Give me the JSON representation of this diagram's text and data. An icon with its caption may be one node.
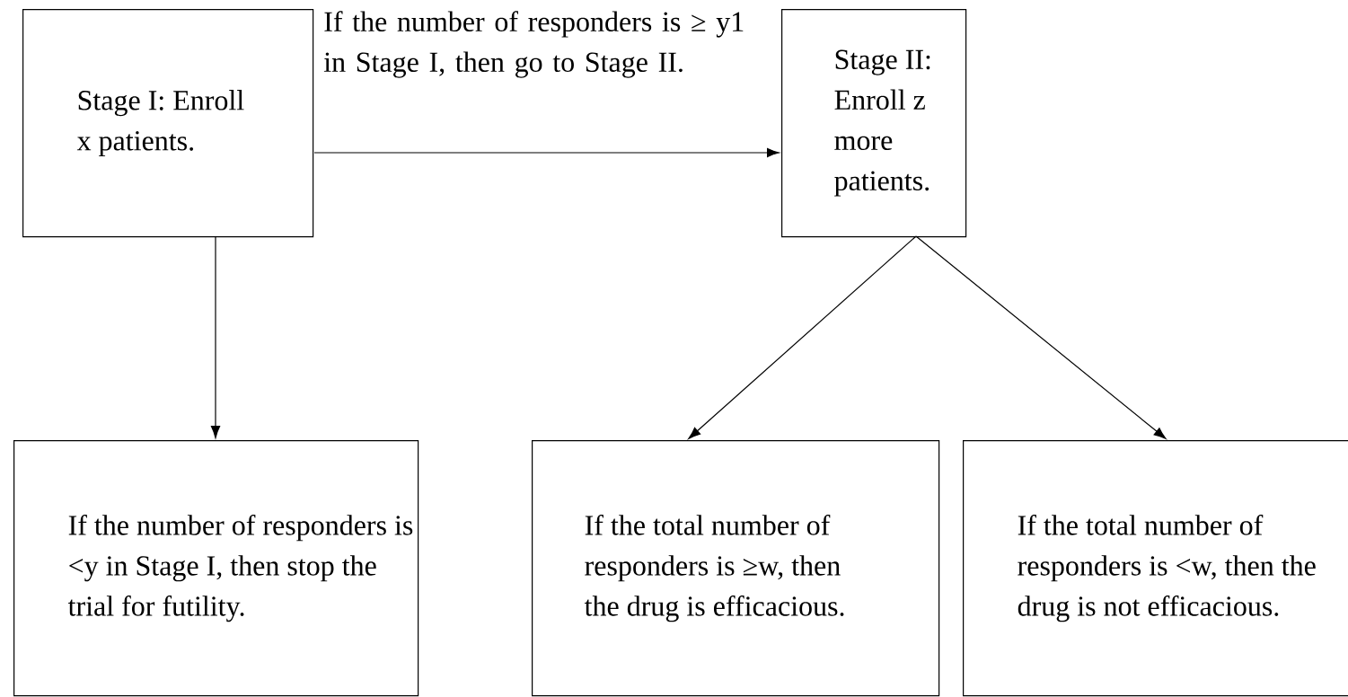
{
  "diagram": {
    "nodes": [
      {
        "text": [
          "Stage I: Enroll x patients."
        ]
      },
      {
        "text": [
          "Stage II: Enroll z more patients."
        ]
      },
      {
        "text": [
          "If the number of responders is <y in Stage I, then stop the trial for futility."
        ]
      },
      {
        "text": [
          "If the total number of responders is ≥w, then the drug is efficacious."
        ]
      },
      {
        "text": [
          "If the total number of responders is <w, then the drug is not efficacious."
        ]
      }
    ],
    "edges": [
      {
        "from": 0,
        "to": 1,
        "arrow": "to",
        "label": "If the number of responders is ≥ y1 in Stage I, then go to Stage II."
      },
      {
        "from": 0,
        "to": 2,
        "arrow": "to"
      },
      {
        "from": 1,
        "to": 3,
        "arrow": "to"
      },
      {
        "from": 1,
        "to": 4,
        "arrow": "to"
      }
    ]
  }
}
